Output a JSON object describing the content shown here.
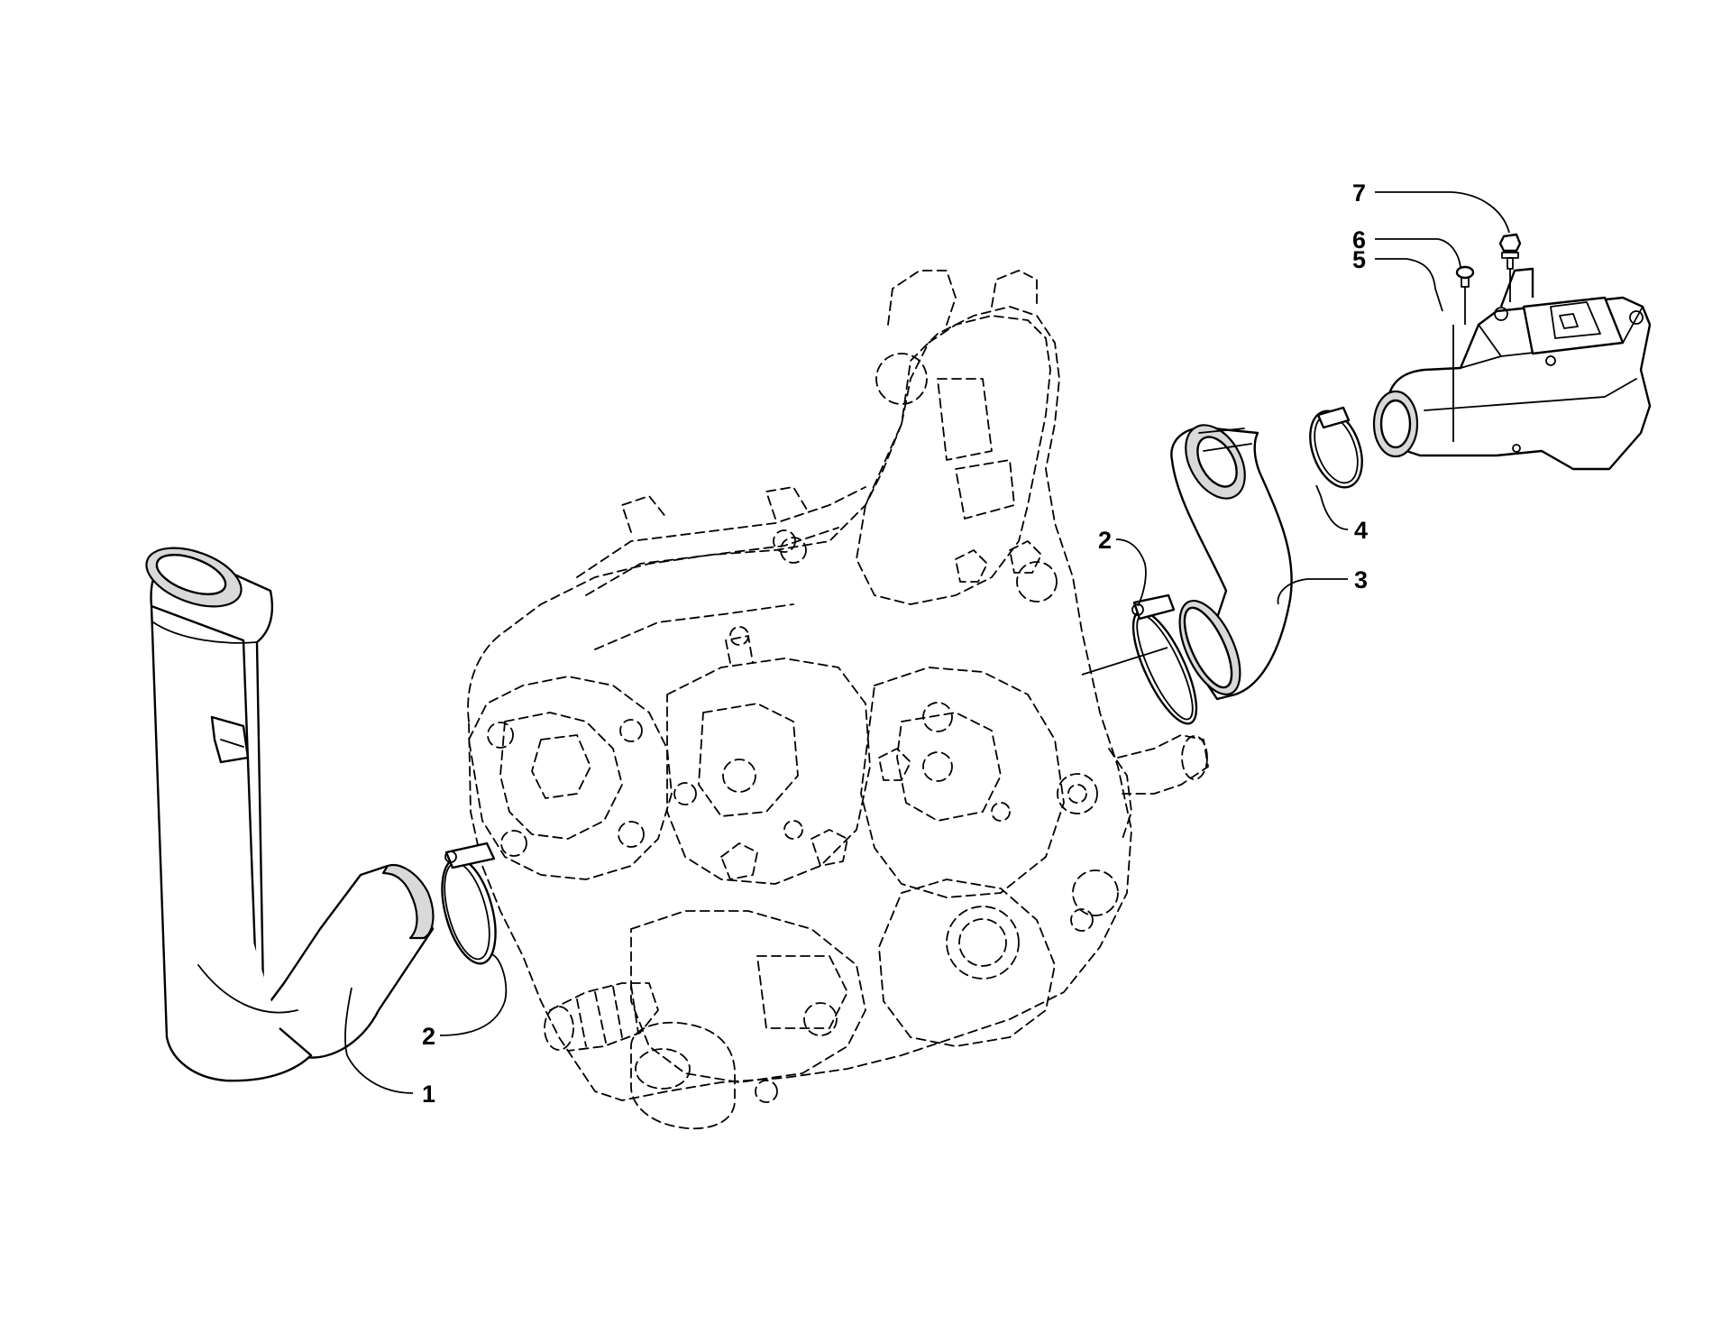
{
  "callouts": [
    {
      "id": "c1",
      "label": "1",
      "part": "exhaust-pipe"
    },
    {
      "id": "c2a",
      "label": "2",
      "part": "hose-clamp-lower"
    },
    {
      "id": "c2b",
      "label": "2",
      "part": "hose-clamp-upper"
    },
    {
      "id": "c3",
      "label": "3",
      "part": "connector-boot"
    },
    {
      "id": "c4",
      "label": "4",
      "part": "hose-clamp-silencer"
    },
    {
      "id": "c5",
      "label": "5",
      "part": "silencer-housing"
    },
    {
      "id": "c6",
      "label": "6",
      "part": "screw"
    },
    {
      "id": "c7",
      "label": "7",
      "part": "bolt"
    }
  ]
}
